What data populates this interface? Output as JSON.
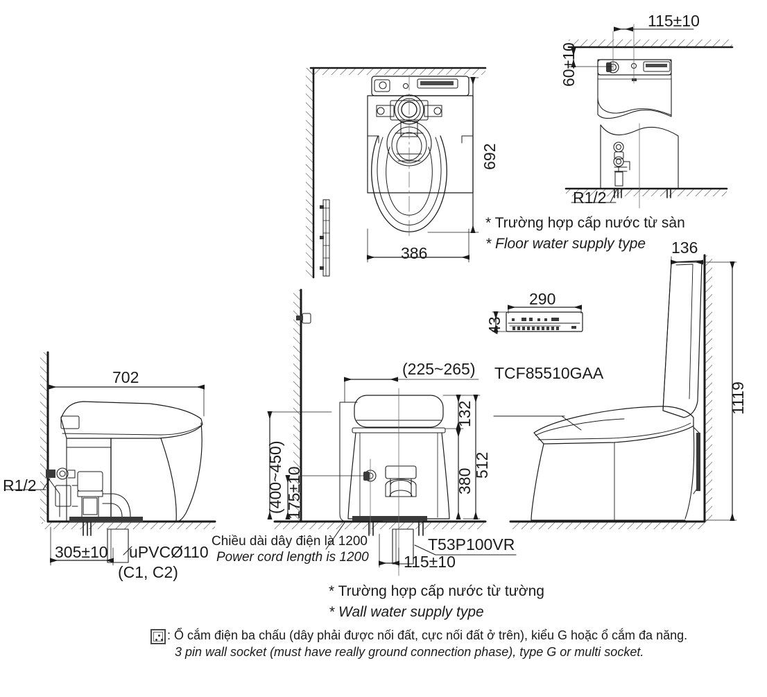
{
  "document": {
    "type": "technical-installation-drawing",
    "subject": "TOTO washlet toilet installation dimensions"
  },
  "views": {
    "plan_top": {
      "name": "Top plan view",
      "depth_label": "692",
      "width_label": "386"
    },
    "detail_floor_supply": {
      "name": "Floor water supply detail",
      "horizontal_label": "115±10",
      "vertical_label": "60±10",
      "thread_label": "R1/2",
      "note_vi": "* Trường hợp cấp nước từ sàn",
      "note_en": "* Floor water supply type"
    },
    "side_left": {
      "name": "Left side section view",
      "length_label": "702",
      "thread_label": "R1/2",
      "offset_label": "305±10",
      "pipe_label_line1": "uPVCØ110",
      "pipe_label_line2": "(C1, C2)"
    },
    "front_center": {
      "name": "Front elevation, wall supply",
      "top_span_label": "(225~265)",
      "socket_height_label": "(400~450)",
      "supply_height_label": "175±10",
      "lid_height_label": "132",
      "seat_height_label": "380",
      "total_height_label": "512",
      "drain_offset_label": "115±10",
      "trap_label": "T53P100VR",
      "cord_note_vi": "Chiều dài dây điện là 1200",
      "cord_note_en": "Power cord length is 1200",
      "note_vi": "* Trường hợp cấp nước từ tường",
      "note_en": "* Wall water supply type"
    },
    "remote": {
      "name": "Remote control detail",
      "width_label": "290",
      "height_label": "43"
    },
    "side_right": {
      "name": "Right side view, lid open",
      "model_label": "TCF85510GAA",
      "lid_offset_label": "136",
      "open_height_label": "1119"
    }
  },
  "footnote": {
    "icon": "socket-icon",
    "line_vi": ": Ổ cắm điện ba chấu (dây phải được nối đất, cực nối đất ở trên), kiểu G hoặc ổ cắm đa năng.",
    "line_en": "3 pin wall socket (must have really ground connection phase), type G or multi socket."
  },
  "colors": {
    "line": "#1b1b1b",
    "hatch": "#3c3c3c",
    "light": "#8c8c8c",
    "bg": "#ffffff"
  }
}
